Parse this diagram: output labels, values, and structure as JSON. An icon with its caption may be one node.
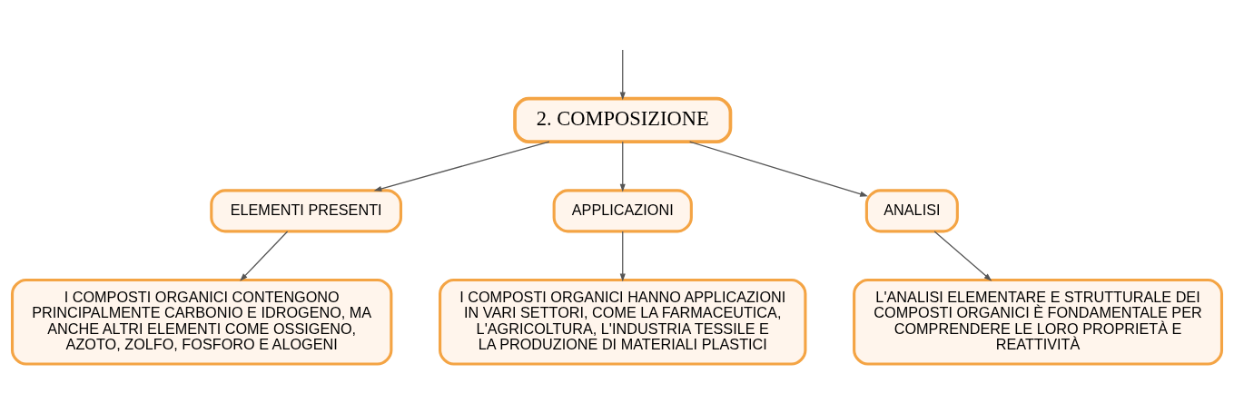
{
  "diagram": {
    "nodes": [
      {
        "text": [
          "2. COMPOSIZIONE"
        ]
      },
      {
        "text": [
          "ELEMENTI PRESENTI"
        ]
      },
      {
        "text": [
          "APPLICAZIONI"
        ]
      },
      {
        "text": [
          "ANALISI"
        ]
      },
      {
        "text": [
          "I COMPOSTI ORGANICI CONTENGONO PRINCIPALMENTE CARBONIO E IDROGENO, MA ANCHE ALTRI ELEMENTI COME OSSIGENO, AZOTO, ZOLFO, FOSFORO E ALOGENI"
        ]
      },
      {
        "text": [
          "I COMPOSTI ORGANICI HANNO APPLICAZIONI IN VARI SETTORI, COME LA FARMACEUTICA, L'AGRICOLTURA, L'INDUSTRIA TESSILE E LA PRODUZIONE DI MATERIALI PLASTICI"
        ]
      },
      {
        "text": [
          "L'ANALISI ELEMENTARE E STRUTTURALE DEI COMPOSTI ORGANICI È FONDAMENTALE PER COMPRENDERE LE LORO PROPRIETÀ E REATTIVITÀ"
        ]
      }
    ],
    "edges": [
      {
        "from": null,
        "to": 0,
        "arrow": "to"
      },
      {
        "from": 0,
        "to": 1,
        "arrow": "to"
      },
      {
        "from": 0,
        "to": 2,
        "arrow": "to"
      },
      {
        "from": 0,
        "to": 3,
        "arrow": "to"
      },
      {
        "from": 1,
        "to": 4,
        "arrow": "to"
      },
      {
        "from": 2,
        "to": 5,
        "arrow": "to"
      },
      {
        "from": 3,
        "to": 6,
        "arrow": "to"
      }
    ]
  }
}
